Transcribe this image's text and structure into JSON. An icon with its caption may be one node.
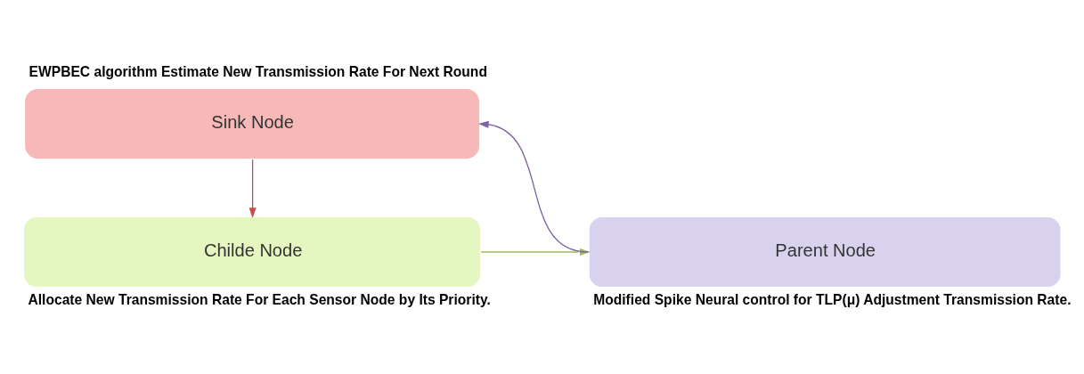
{
  "diagram": {
    "nodes": [
      {
        "text": [
          "Sink Node"
        ],
        "beside": [
          "EWPBEC algorithm Estimate New Transmission Rate For Next Round"
        ]
      },
      {
        "text": [
          "Childe Node"
        ],
        "beside": [
          "Allocate New Transmission Rate For Each Sensor Node by Its Priority."
        ]
      },
      {
        "text": [
          "Parent Node"
        ],
        "beside": [
          "Modified Spike Neural control for TLP(μ) Adjustment Transmission Rate."
        ]
      }
    ],
    "edges": [
      {
        "from": 0,
        "to": 1,
        "arrow": "to",
        "color": "#c0504d"
      },
      {
        "from": 1,
        "to": 2,
        "arrow": "to",
        "color": "#9bbb59"
      },
      {
        "from": 2,
        "to": 0,
        "arrow": "to",
        "color": "#8064a2"
      }
    ]
  }
}
